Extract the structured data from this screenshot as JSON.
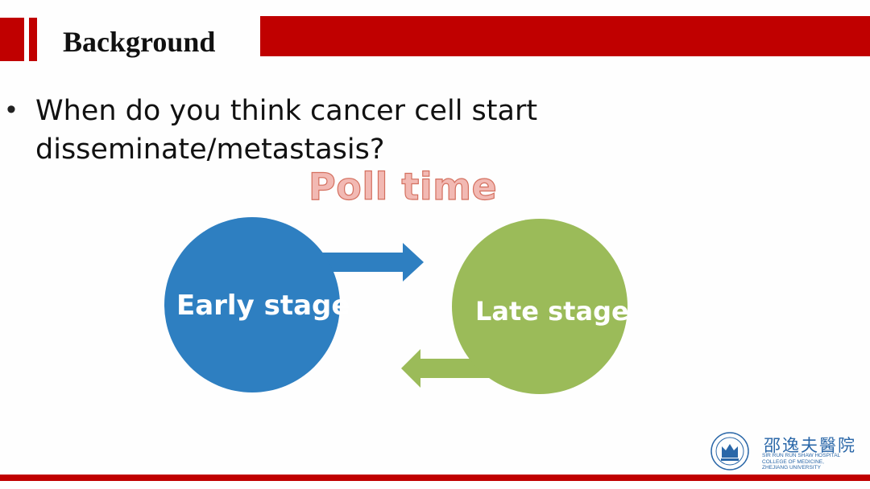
{
  "slide": {
    "title": "Background",
    "bullet_marker": "•",
    "bullet_text": "When do you think cancer cell start disseminate/metastasis?",
    "poll_label": "Poll time"
  },
  "diagram": {
    "early_label": "Early stage",
    "late_label": "Late stage",
    "early_color": "#2e7fc1",
    "late_color": "#9bbb59"
  },
  "logo": {
    "name": "邵逸夫醫院",
    "subtitle_lines": [
      "SIR RUN RUN SHAW HOSPITAL",
      "COLLEGE OF MEDICINE,",
      "ZHEJIANG UNIVERSITY"
    ],
    "emblem": "hospital-emblem"
  },
  "colors": {
    "accent_red": "#c00000",
    "poll_pink": "#f2b9b3",
    "logo_blue": "#2a67a8"
  }
}
